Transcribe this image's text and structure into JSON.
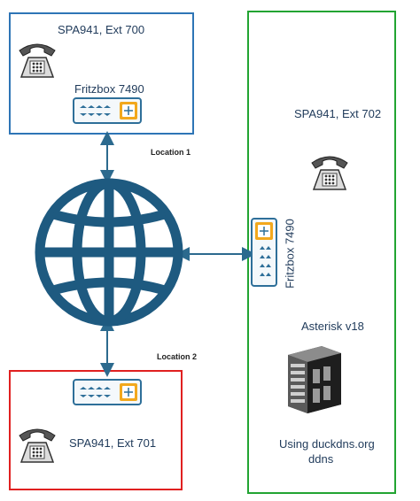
{
  "colors": {
    "box1_border": "#2e75b6",
    "box2_border": "#e02020",
    "box3_border": "#22a432",
    "globe": "#1e5a80",
    "arrow": "#2c6a8e",
    "router_accent": "#f2a81d"
  },
  "location1": {
    "phone_label": "SPA941, Ext 700",
    "router_label": "Fritzbox 7490",
    "link_label": "Location 1"
  },
  "location2": {
    "phone_label": "SPA941, Ext 701",
    "link_label": "Location 2"
  },
  "location3": {
    "phone_label": "SPA941, Ext 702",
    "router_label": "Fritzbox 7490",
    "server_label": "Asterisk v18",
    "ddns_line1": "Using duckdns.org",
    "ddns_line2": "ddns"
  },
  "icons": [
    "phone-icon",
    "router-icon",
    "globe-icon",
    "server-icon"
  ]
}
